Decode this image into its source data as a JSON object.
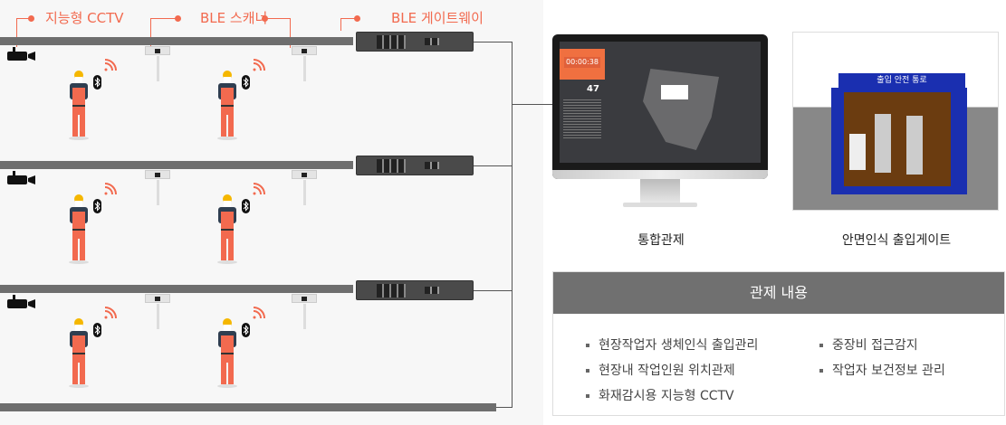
{
  "labels": {
    "cctv": "지능형 CCTV",
    "scanner": "BLE 스캐너",
    "gateway": "BLE 게이트웨이"
  },
  "monitor": {
    "caption": "통합관제",
    "timer": "00:00:38",
    "count": "47"
  },
  "gate": {
    "caption": "안면인식 출입게이트",
    "sign": "출입 안전 통로"
  },
  "panel": {
    "title": "관제 내용",
    "items": [
      "현장작업자 생체인식 출입관리",
      "현장내 작업인원 위치관제",
      "화재감시용 지능형 CCTV",
      "중장비 접근감지",
      "작업자 보건정보 관리"
    ]
  },
  "colors": {
    "accent": "#f26a4f",
    "beam": "#6e6e6e",
    "panel_header": "#707070"
  }
}
